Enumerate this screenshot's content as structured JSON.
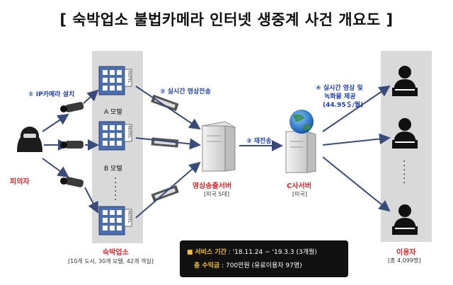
{
  "title": "[ 숙박업소 불법카메라 인터넷 생중계 사건 개요도 ]",
  "left_column": {
    "camera_step": "① IP카메라 설치",
    "motels": [
      "A 모텔",
      "B 모텔"
    ],
    "motel_sign": "MOTEL",
    "label": "숙박업소",
    "sublabel": "[10개 도시, 30개 모텔, 42개 객실]"
  },
  "suspect": {
    "label": "피의자"
  },
  "stream_step": "② 실시간 영상전송",
  "server1": {
    "label": "영상송출서버",
    "sublabel": "[미국 5대]"
  },
  "retransmit_step": "③ 재전송",
  "server2": {
    "label": "C사서버",
    "sublabel": "[미국]"
  },
  "service_step": {
    "line1": "④ 실시간 영상 및",
    "line2": "녹화물 제공",
    "line3": "(44.95＄/월)"
  },
  "users": {
    "label": "이용자",
    "sublabel": "[총 4,099명]"
  },
  "info": {
    "period_key": "서비스 기간",
    "period_val": ": '18.11.24 ~ '19.3.3 (3개월)",
    "revenue_key": "총 수익금",
    "revenue_val": ": 700만원 (유료이용자 97명)"
  },
  "colors": {
    "arrow": "#3a4a7a",
    "red": "#e0262a",
    "blue": "#2040b0",
    "panel": "#d9d9d9"
  }
}
